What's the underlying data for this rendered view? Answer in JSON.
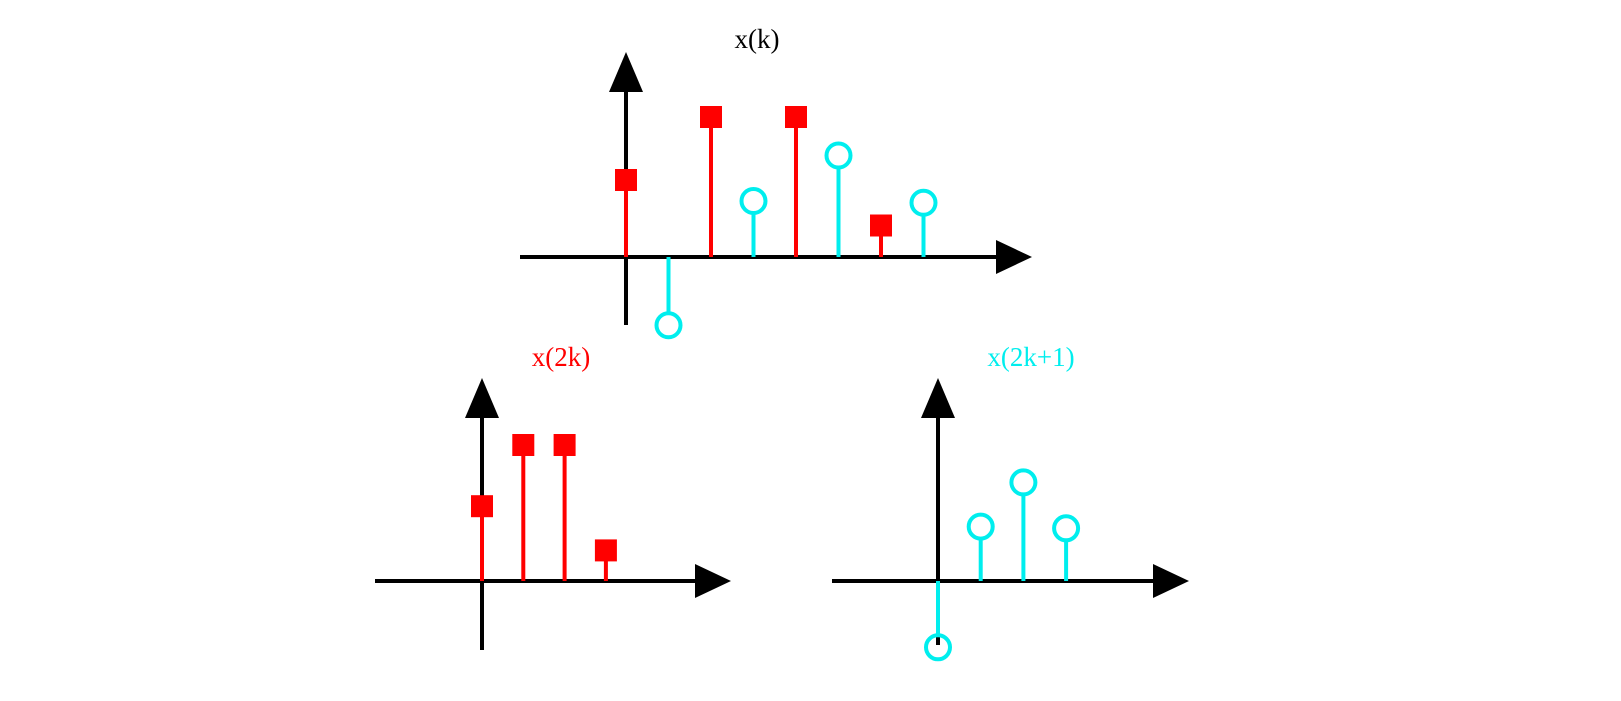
{
  "colors": {
    "axis": "#000000",
    "even": "#ff0000",
    "odd": "#00eeee"
  },
  "plots": [
    {
      "id": "xk",
      "title": "x(k)",
      "title_color": "#000000",
      "samples": [
        {
          "k": 0,
          "value": 2.2,
          "parity": "even"
        },
        {
          "k": 1,
          "value": -1.95,
          "parity": "odd"
        },
        {
          "k": 2,
          "value": 4.0,
          "parity": "even"
        },
        {
          "k": 3,
          "value": 1.6,
          "parity": "odd"
        },
        {
          "k": 4,
          "value": 4.0,
          "parity": "even"
        },
        {
          "k": 5,
          "value": 2.9,
          "parity": "odd"
        },
        {
          "k": 6,
          "value": 0.9,
          "parity": "even"
        },
        {
          "k": 7,
          "value": 1.55,
          "parity": "odd"
        }
      ]
    },
    {
      "id": "x2k",
      "title": "x(2k)",
      "title_color": "#ff0000",
      "samples": [
        {
          "k": 0,
          "value": 2.2,
          "parity": "even"
        },
        {
          "k": 1,
          "value": 4.0,
          "parity": "even"
        },
        {
          "k": 2,
          "value": 4.0,
          "parity": "even"
        },
        {
          "k": 3,
          "value": 0.9,
          "parity": "even"
        }
      ]
    },
    {
      "id": "x2k1",
      "title": "x(2k+1)",
      "title_color": "#00eeee",
      "samples": [
        {
          "k": 0,
          "value": -1.95,
          "parity": "odd"
        },
        {
          "k": 1,
          "value": 1.6,
          "parity": "odd"
        },
        {
          "k": 2,
          "value": 2.9,
          "parity": "odd"
        },
        {
          "k": 3,
          "value": 1.55,
          "parity": "odd"
        }
      ]
    }
  ]
}
